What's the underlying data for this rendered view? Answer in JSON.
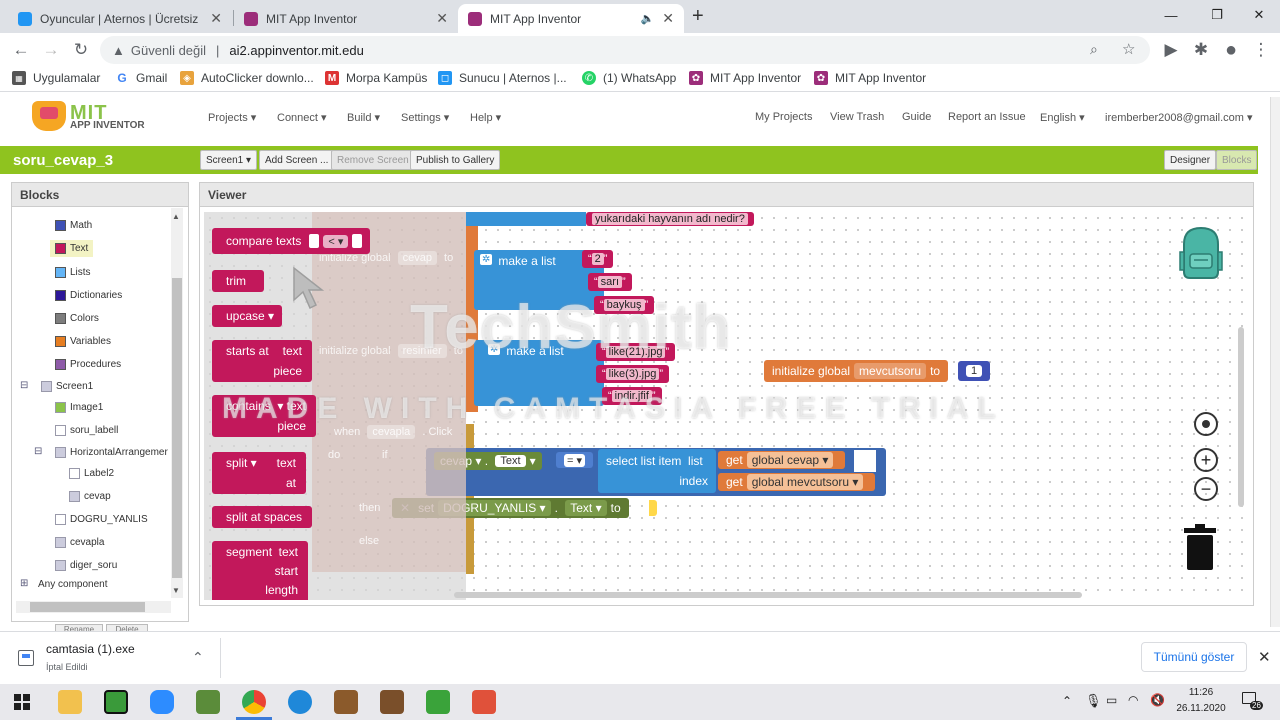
{
  "browser": {
    "tabs": [
      {
        "title": "Oyuncular | Aternos | Ücretsiz M",
        "active": false
      },
      {
        "title": "MIT App Inventor",
        "active": false
      },
      {
        "title": "MIT App Inventor",
        "active": true
      }
    ],
    "new_tab": "+",
    "address": {
      "security_label": "Güvenli değil",
      "separator": "|",
      "url": "ai2.appinventor.mit.edu"
    },
    "bookmarks": [
      "Uygulamalar",
      "Gmail",
      "AutoClicker downlo...",
      "Morpa Kampüs",
      "Sunucu | Aternos |...",
      "(1) WhatsApp",
      "MIT App Inventor",
      "MIT App Inventor"
    ]
  },
  "app": {
    "logo_mit": "MIT",
    "logo_sub": "APP INVENTOR",
    "menus": [
      "Projects",
      "Connect",
      "Build",
      "Settings",
      "Help"
    ],
    "right_menus": [
      "My Projects",
      "View Trash",
      "Guide",
      "Report an Issue",
      "English",
      "iremberber2008@gmail.com"
    ],
    "project_name": "soru_cevap_3",
    "toolbar": {
      "screen": "Screen1",
      "add_screen": "Add Screen ...",
      "remove_screen": "Remove Screen",
      "publish": "Publish to Gallery",
      "designer": "Designer",
      "blocks": "Blocks"
    }
  },
  "blocks_panel": {
    "title": "Blocks",
    "builtin": [
      {
        "label": "Math",
        "color": "#3f51b5"
      },
      {
        "label": "Text",
        "color": "#c2185b"
      },
      {
        "label": "Lists",
        "color": "#64b5f6"
      },
      {
        "label": "Dictionaries",
        "color": "#2d1799"
      },
      {
        "label": "Colors",
        "color": "#7d7d7d"
      },
      {
        "label": "Variables",
        "color": "#e67e22"
      },
      {
        "label": "Procedures",
        "color": "#8e5ba8"
      }
    ],
    "components": [
      "Screen1",
      "Image1",
      "soru_labell",
      "HorizontalArrangemer",
      "Label2",
      "cevap",
      "DOGRU_YANLIS",
      "cevapla",
      "diger_soru"
    ],
    "any_component": "Any component",
    "bottom_buttons": [
      "Rename",
      "Delete"
    ]
  },
  "viewer": {
    "title": "Viewer",
    "flyout": [
      {
        "label": "compare texts",
        "op": "<"
      },
      {
        "label": "trim"
      },
      {
        "label": "upcase"
      },
      {
        "label": "starts at",
        "label2": "text",
        "label3": "piece"
      },
      {
        "label": "contains",
        "label2": "text",
        "label3": "piece"
      },
      {
        "label": "split",
        "label2": "text",
        "label3": "at"
      },
      {
        "label": "split at spaces"
      },
      {
        "label": "segment",
        "label2": "text",
        "label3": "start",
        "label4": "length"
      }
    ],
    "question_text": "yukarıdaki hayvanın adı nedir?",
    "init_cevap": {
      "label": "initialize global",
      "var": "cevap",
      "to": "to"
    },
    "make_list_1": {
      "label": "make a list",
      "items": [
        "2",
        "sarı",
        "baykuş"
      ]
    },
    "init_resimler": {
      "label": "initialize global",
      "var": "resimler",
      "to": "to"
    },
    "make_list_2": {
      "label": "make a list",
      "items": [
        "like(21).jpg",
        "like(3).jpg",
        "indir.jfif"
      ]
    },
    "init_mevcutsoru": {
      "label": "initialize global",
      "var": "mevcutsoru",
      "to": "to",
      "value": "1"
    },
    "when_block": {
      "when": "when",
      "component": "cevapla",
      "event": "Click",
      "do": "do",
      "if": "if",
      "then": "then",
      "else": "else"
    },
    "compare": {
      "component": "cevap",
      "prop": "Text",
      "op": "="
    },
    "select_item": {
      "label": "select list item",
      "list": "list",
      "index": "index",
      "get1": "get",
      "var1": "global cevap",
      "get2": "get",
      "var2": "global mevcutsoru"
    },
    "set_block": {
      "set": "set",
      "component": "DOGRU_YANLIS",
      "prop": "Text",
      "to": "to"
    },
    "zoom": {
      "plus": "+",
      "minus": "−"
    },
    "watermark_1": "TechSmith",
    "watermark_2": "MADE WITH CAMTASIA FREE TRIAL"
  },
  "download_bar": {
    "filename": "camtasia (1).exe",
    "status": "İptal Edildi",
    "show_all": "Tümünü göster"
  },
  "taskbar": {
    "time": "11:26",
    "date": "26.11.2020",
    "notif": "26"
  }
}
